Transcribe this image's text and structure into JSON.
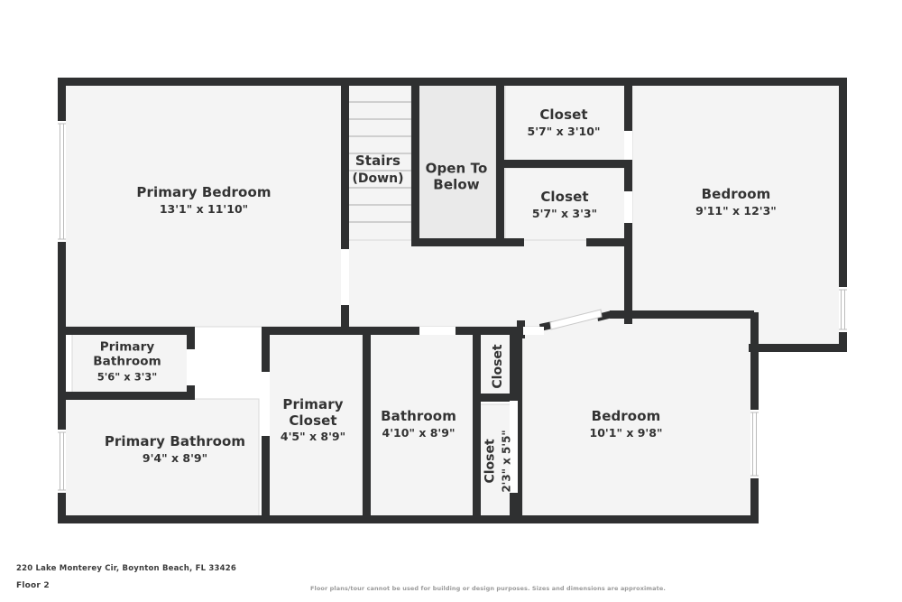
{
  "plan": {
    "floor_label": "Floor 2",
    "address": "220 Lake Monterey Cir, Boynton Beach, FL 33426",
    "disclaimer": "Floor plans/tour cannot be used for building or design purposes. Sizes and dimensions are approximate.",
    "colors": {
      "wall": "#2f3031",
      "room_fill": "#f4f4f4",
      "open_fill": "#eaeaea",
      "window": "#ffffff",
      "text": "#333333",
      "background": "#ffffff"
    }
  },
  "rooms": [
    {
      "id": "primary-bedroom",
      "name": "Primary Bedroom",
      "dimensions": "13'1\" x 11'10\""
    },
    {
      "id": "stairs",
      "name": "Stairs",
      "dimensions": "(Down)"
    },
    {
      "id": "open-to-below",
      "name": "Open To\nBelow",
      "dimensions": ""
    },
    {
      "id": "closet-upper",
      "name": "Closet",
      "dimensions": "5'7\" x 3'10\""
    },
    {
      "id": "closet-lower",
      "name": "Closet",
      "dimensions": "5'7\" x 3'3\""
    },
    {
      "id": "bedroom-upper-right",
      "name": "Bedroom",
      "dimensions": "9'11\" x 12'3\""
    },
    {
      "id": "primary-bathroom-small",
      "name": "Primary\nBathroom",
      "dimensions": "5'6\" x 3'3\""
    },
    {
      "id": "primary-bathroom",
      "name": "Primary Bathroom",
      "dimensions": "9'4\" x 8'9\""
    },
    {
      "id": "primary-closet",
      "name": "Primary\nCloset",
      "dimensions": "4'5\" x 8'9\""
    },
    {
      "id": "bathroom",
      "name": "Bathroom",
      "dimensions": "4'10\" x 8'9\""
    },
    {
      "id": "closet-hall-upper",
      "name": "Closet",
      "dimensions": ""
    },
    {
      "id": "closet-hall-lower",
      "name": "Closet",
      "dimensions": "2'3\" x 5'5\""
    },
    {
      "id": "bedroom-lower-right",
      "name": "Bedroom",
      "dimensions": "10'1\" x 9'8\""
    }
  ]
}
